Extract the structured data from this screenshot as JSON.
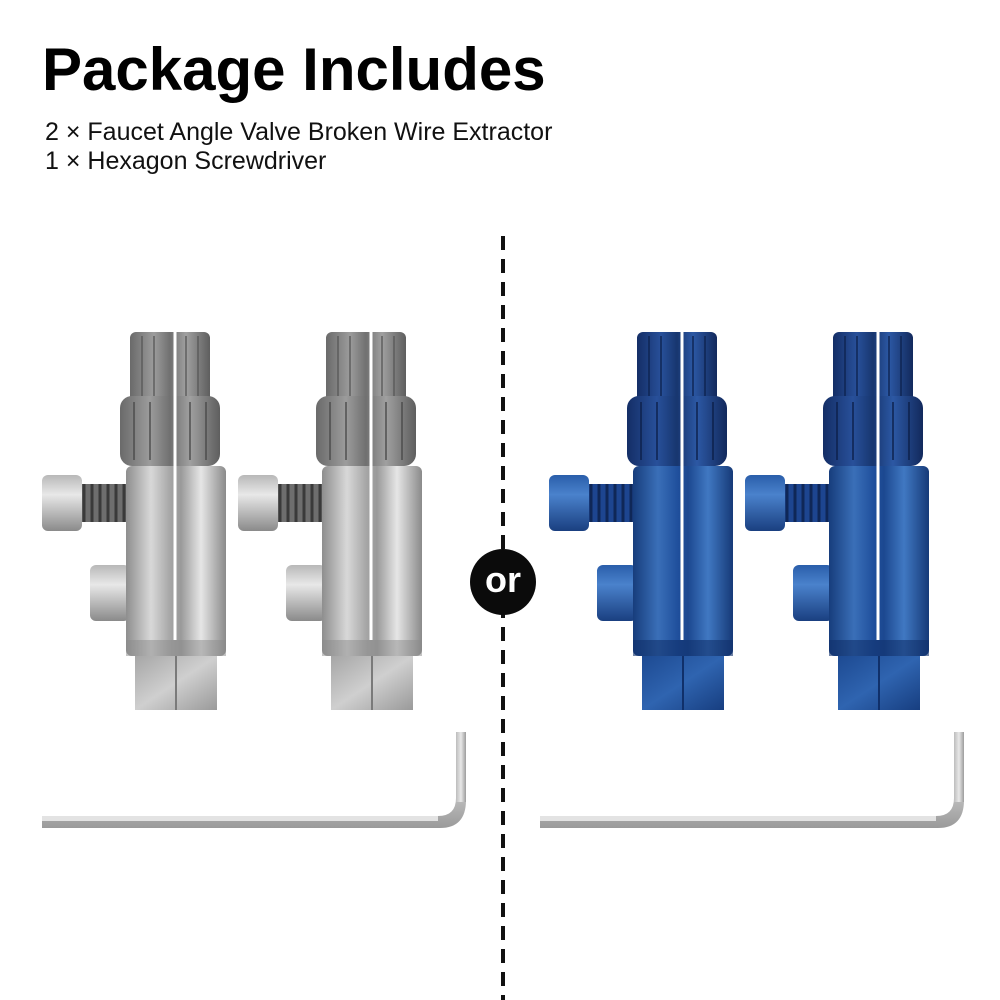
{
  "header": {
    "title": "Package Includes",
    "items": [
      "2 × Faucet Angle Valve Broken Wire Extractor",
      "1 × Hexagon Screwdriver"
    ]
  },
  "separator": {
    "label": "or"
  },
  "variants": [
    {
      "name": "silver",
      "color": "#b8b8b8",
      "extractor_count": 2,
      "wrench_count": 1
    },
    {
      "name": "blue",
      "color": "#1f4f9c",
      "extractor_count": 2,
      "wrench_count": 1
    }
  ]
}
